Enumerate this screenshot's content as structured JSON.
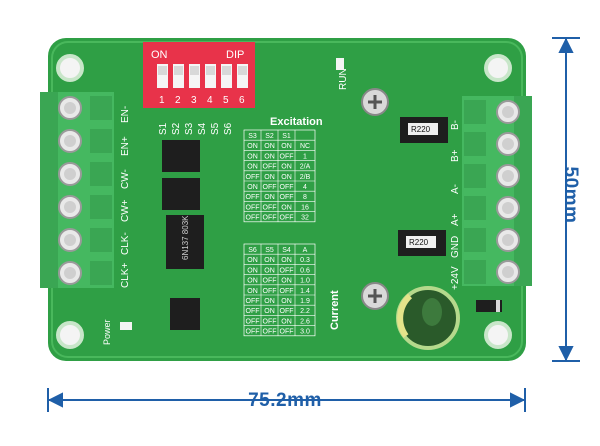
{
  "dimensions": {
    "width": "75.2mm",
    "height": "50mm"
  },
  "dip": {
    "on": "ON",
    "dip": "DIP",
    "numbers": [
      "1",
      "2",
      "3",
      "4",
      "5",
      "6"
    ]
  },
  "headers": {
    "s_labels": [
      "S1",
      "S2",
      "S3",
      "S4",
      "S5",
      "S6"
    ]
  },
  "left_terminal": [
    "CLK+",
    "CLK-",
    "CW+",
    "CW-",
    "EN+",
    "EN-"
  ],
  "right_terminal": [
    "+24V",
    "GND",
    "A+",
    "A-",
    "B+",
    "B-"
  ],
  "excitation": {
    "title": "Excitation",
    "header": [
      "S3",
      "S2",
      "S1",
      ""
    ],
    "rows": [
      [
        "ON",
        "ON",
        "ON",
        "NC"
      ],
      [
        "ON",
        "ON",
        "OFF",
        "1"
      ],
      [
        "ON",
        "OFF",
        "ON",
        "2/A"
      ],
      [
        "OFF",
        "ON",
        "ON",
        "2/B"
      ],
      [
        "ON",
        "OFF",
        "OFF",
        "4"
      ],
      [
        "OFF",
        "ON",
        "OFF",
        "8"
      ],
      [
        "OFF",
        "OFF",
        "ON",
        "16"
      ],
      [
        "OFF",
        "OFF",
        "OFF",
        "32"
      ]
    ]
  },
  "current": {
    "title": "Current",
    "header": [
      "S6",
      "S5",
      "S4",
      "A"
    ],
    "rows": [
      [
        "ON",
        "ON",
        "ON",
        "0.3"
      ],
      [
        "ON",
        "ON",
        "OFF",
        "0.6"
      ],
      [
        "ON",
        "OFF",
        "ON",
        "1.0"
      ],
      [
        "ON",
        "OFF",
        "OFF",
        "1.4"
      ],
      [
        "OFF",
        "ON",
        "ON",
        "1.9"
      ],
      [
        "OFF",
        "ON",
        "OFF",
        "2.2"
      ],
      [
        "OFF",
        "OFF",
        "ON",
        "2.6"
      ],
      [
        "OFF",
        "OFF",
        "OFF",
        "3.0"
      ]
    ]
  },
  "resistors": [
    "R220",
    "R220"
  ],
  "labels": {
    "run": "RUN",
    "power": "Power",
    "ic": "6N137 803K"
  },
  "colors": {
    "board": "#33a84a",
    "terminal": "#4fc46a",
    "dip": "#e8334a",
    "dimension": "#1f5fa8"
  }
}
